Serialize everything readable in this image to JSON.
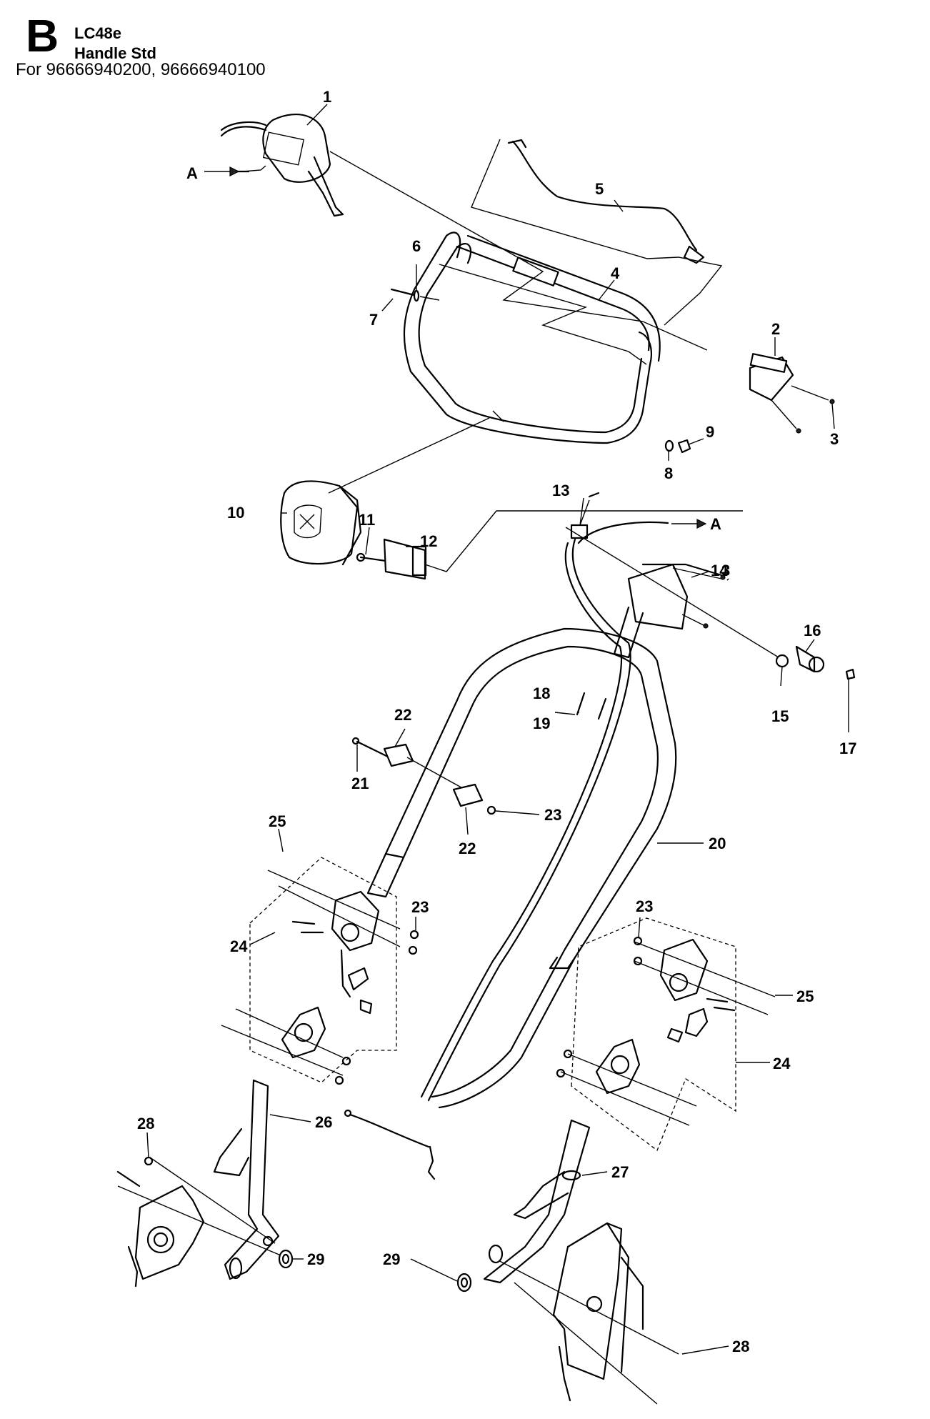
{
  "header": {
    "section_letter": "B",
    "model": "LC48e",
    "title": "Handle Std",
    "applies_to": "For 96666940200, 96666940100"
  },
  "callouts": {
    "c1": "1",
    "c2": "2",
    "c3a": "3",
    "c3b": "3",
    "c4": "4",
    "c5": "5",
    "c6": "6",
    "c7": "7",
    "c8": "8",
    "c9": "9",
    "c10": "10",
    "c11": "11",
    "c12": "12",
    "c13": "13",
    "c14": "14",
    "c15": "15",
    "c16": "16",
    "c17": "17",
    "c18": "18",
    "c19": "19",
    "c20": "20",
    "c21": "21",
    "c22a": "22",
    "c22b": "22",
    "c23a": "23",
    "c23b": "23",
    "c23c": "23",
    "c24a": "24",
    "c24b": "24",
    "c25a": "25",
    "c25b": "25",
    "c26": "26",
    "c27": "27",
    "c28a": "28",
    "c28b": "28",
    "c29a": "29",
    "c29b": "29",
    "refA1": "A",
    "refA2": "A"
  }
}
